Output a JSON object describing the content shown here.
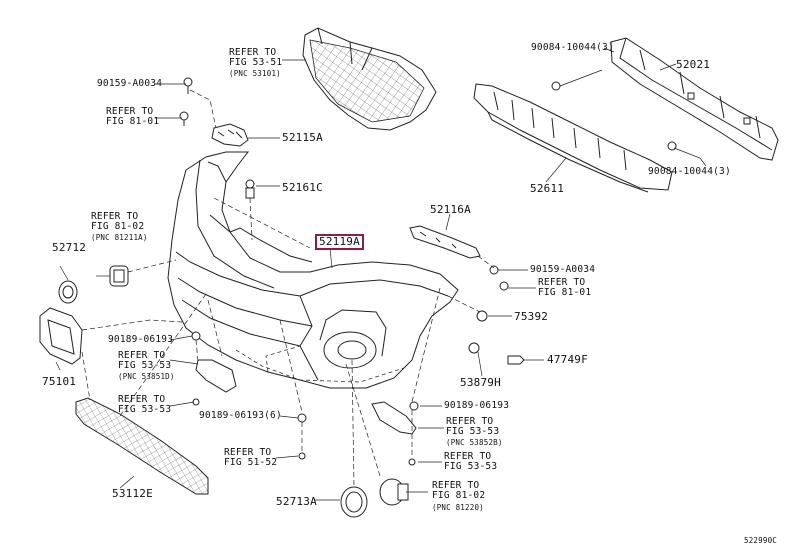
{
  "callouts": {
    "c_90159_a0034_top": "90159-A0034",
    "c_refer_fig_53_51": "REFER TO",
    "c_refer_fig_53_51_b": "FIG 53-51",
    "c_pnc_53101": "(PNC 53101)",
    "c_refer_fig_81_01_top": "REFER TO",
    "c_refer_fig_81_01_top_b": "FIG 81-01",
    "c_52115a": "52115A",
    "c_90084_top": "90084-10044(3)",
    "c_52021": "52021",
    "c_90084_bot": "90084-10044(3)",
    "c_52611": "52611",
    "c_52161c": "52161C",
    "c_refer_fig_81_02": "REFER TO",
    "c_refer_fig_81_02_b": "FIG 81-02",
    "c_pnc_81211a": "(PNC 81211A)",
    "c_52712": "52712",
    "c_52119a": "52119A",
    "c_52116a": "52116A",
    "c_90159_a0034_right": "90159-A0034",
    "c_refer_fig_81_01_right": "REFER TO",
    "c_refer_fig_81_01_right_b": "FIG 81-01",
    "c_75392": "75392",
    "c_90189_left": "90189-06193",
    "c_refer_fig_53_53_left": "REFER TO",
    "c_refer_fig_53_53_left_b": "FIG 53-53",
    "c_pnc_53851d": "(PNC 53851D)",
    "c_refer_fig_53_53_left2": "REFER TO",
    "c_refer_fig_53_53_left2_b": "FIG 53-53",
    "c_75101": "75101",
    "c_47749f": "47749F",
    "c_53879h": "53879H",
    "c_90189_mid": "90189-06193(6)",
    "c_90189_right": "90189-06193",
    "c_refer_fig_53_53_right": "REFER TO",
    "c_refer_fig_53_53_right_b": "FIG 53-53",
    "c_pnc_53852b": "(PNC 53852B)",
    "c_refer_fig_51_52": "REFER TO",
    "c_refer_fig_51_52_b": "FIG 51-52",
    "c_refer_fig_53_53_right2": "REFER TO",
    "c_refer_fig_53_53_right2_b": "FIG 53-53",
    "c_53112e": "53112E",
    "c_52713a": "52713A",
    "c_refer_fig_81_02_bot": "REFER TO",
    "c_refer_fig_81_02_bot_b": "FIG 81-02",
    "c_pnc_81220": "(PNC 81220)",
    "c_diagram_id": "522990C"
  },
  "colors": {
    "highlight_border": "#8c1f3d",
    "line": "#222222",
    "background": "#ffffff"
  }
}
